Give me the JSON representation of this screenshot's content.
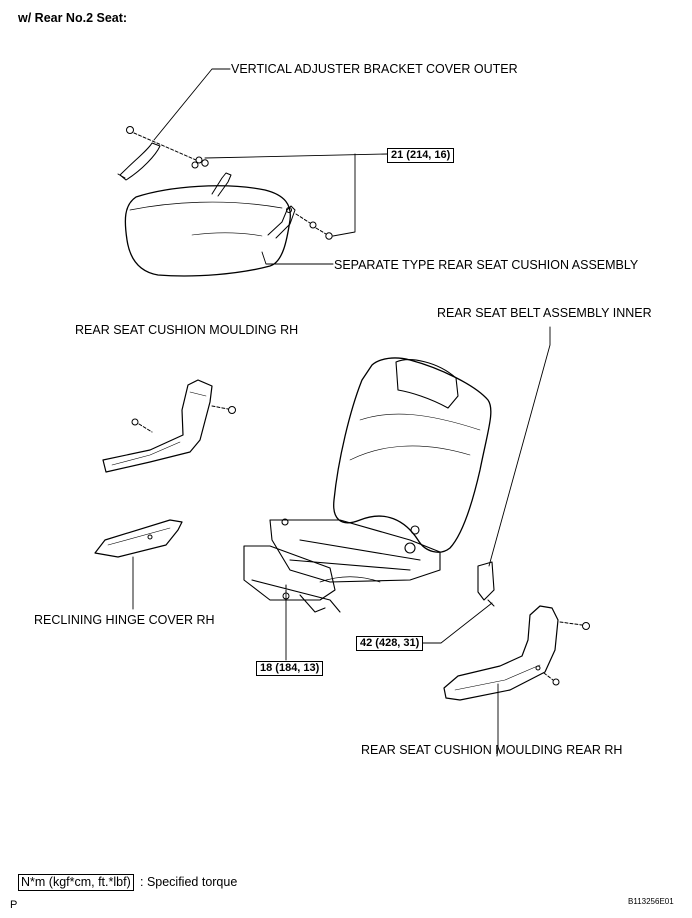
{
  "header": {
    "title": "w/ Rear No.2 Seat:"
  },
  "labels": {
    "vertical_adjuster": "VERTICAL ADJUSTER BRACKET COVER OUTER",
    "cushion_assembly": "SEPARATE TYPE REAR SEAT CUSHION ASSEMBLY",
    "moulding_rh": "REAR SEAT CUSHION MOULDING RH",
    "belt_inner": "REAR SEAT BELT ASSEMBLY INNER",
    "hinge_cover": "RECLINING HINGE COVER RH",
    "moulding_rear_rh": "REAR SEAT CUSHION MOULDING REAR RH"
  },
  "torque": {
    "t1": "21 (214, 16)",
    "t2": "42 (428, 31)",
    "t3": "18 (184, 13)"
  },
  "legend": {
    "unit": "N*m (kgf*cm, ft.*lbf)",
    "text": ": Specified torque"
  },
  "footer": {
    "left_code": "P",
    "figure_id": "B113256E01"
  }
}
